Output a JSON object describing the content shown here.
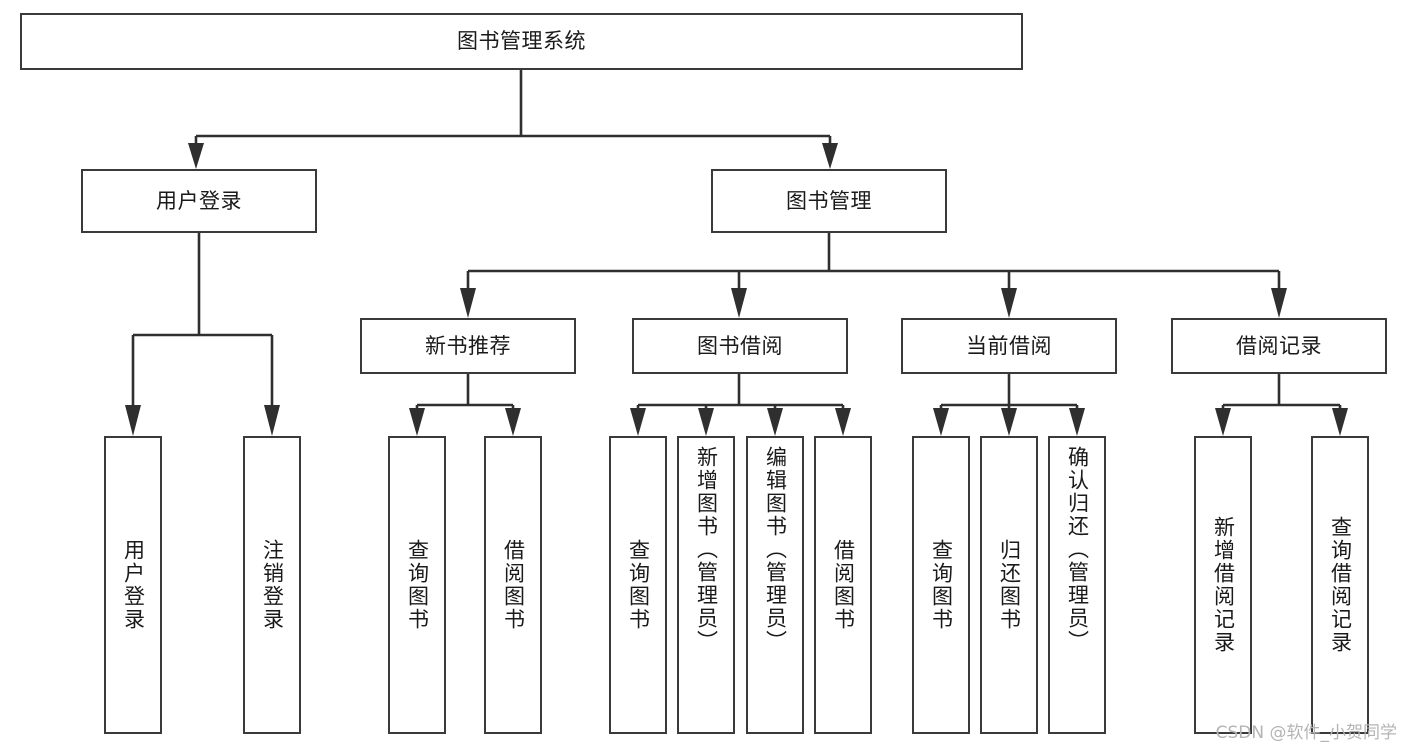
{
  "diagram": {
    "title": "图书管理系统",
    "type": "tree",
    "root": {
      "id": "root",
      "label": "图书管理系统",
      "orientation": "horizontal"
    },
    "level1": [
      {
        "id": "user-login",
        "label": "用户登录",
        "orientation": "horizontal"
      },
      {
        "id": "book-manage",
        "label": "图书管理",
        "orientation": "horizontal"
      }
    ],
    "level2": [
      {
        "id": "new-book-recommend",
        "label": "新书推荐",
        "parent": "book-manage",
        "orientation": "horizontal"
      },
      {
        "id": "book-borrow",
        "label": "图书借阅",
        "parent": "book-manage",
        "orientation": "horizontal"
      },
      {
        "id": "current-borrow",
        "label": "当前借阅",
        "parent": "book-manage",
        "orientation": "horizontal"
      },
      {
        "id": "borrow-record",
        "label": "借阅记录",
        "parent": "book-manage",
        "orientation": "horizontal"
      }
    ],
    "leaves": [
      {
        "id": "leaf-user-login",
        "label": "用户登录",
        "parent": "user-login",
        "orientation": "vertical",
        "align": "middle"
      },
      {
        "id": "leaf-logout-login",
        "label": "注销登录",
        "parent": "user-login",
        "orientation": "vertical",
        "align": "middle"
      },
      {
        "id": "leaf-query-book-1",
        "label": "查询图书",
        "parent": "new-book-recommend",
        "orientation": "vertical",
        "align": "middle"
      },
      {
        "id": "leaf-borrow-book-1",
        "label": "借阅图书",
        "parent": "new-book-recommend",
        "orientation": "vertical",
        "align": "middle"
      },
      {
        "id": "leaf-query-book-2",
        "label": "查询图书",
        "parent": "book-borrow",
        "orientation": "vertical",
        "align": "middle"
      },
      {
        "id": "leaf-add-book-admin",
        "label": "新增图书（管理员）",
        "parent": "book-borrow",
        "orientation": "vertical",
        "align": "top"
      },
      {
        "id": "leaf-edit-book-admin",
        "label": "编辑图书（管理员）",
        "parent": "book-borrow",
        "orientation": "vertical",
        "align": "top"
      },
      {
        "id": "leaf-borrow-book-2",
        "label": "借阅图书",
        "parent": "book-borrow",
        "orientation": "vertical",
        "align": "middle"
      },
      {
        "id": "leaf-query-book-3",
        "label": "查询图书",
        "parent": "current-borrow",
        "orientation": "vertical",
        "align": "middle"
      },
      {
        "id": "leaf-return-book",
        "label": "归还图书",
        "parent": "current-borrow",
        "orientation": "vertical",
        "align": "middle"
      },
      {
        "id": "leaf-confirm-return-admin",
        "label": "确认归还（管理员）",
        "parent": "current-borrow",
        "orientation": "vertical",
        "align": "top"
      },
      {
        "id": "leaf-add-borrow-record",
        "label": "新增借阅记录",
        "parent": "borrow-record",
        "orientation": "vertical",
        "align": "middle"
      },
      {
        "id": "leaf-query-borrow-record",
        "label": "查询借阅记录",
        "parent": "borrow-record",
        "orientation": "vertical",
        "align": "middle"
      }
    ]
  },
  "watermark": {
    "text": "CSDN @软件_小贺同学"
  },
  "colors": {
    "stroke": "#2f2f2f",
    "box_border": "#3a3a3a",
    "background": "#ffffff",
    "text": "#1a1a1a",
    "watermark": "#b4b4b4"
  }
}
